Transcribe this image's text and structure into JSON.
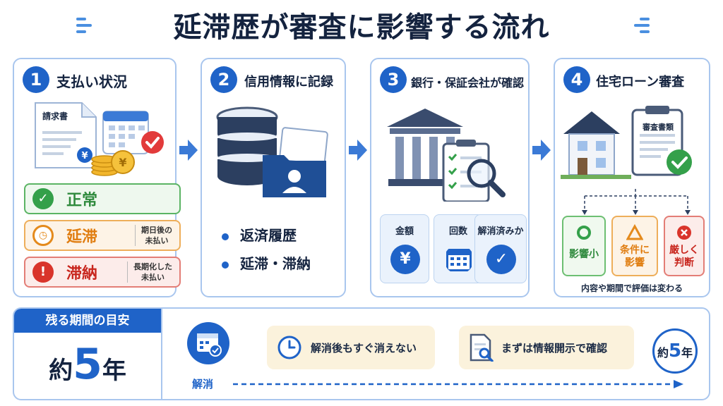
{
  "title": "延滞歴が審査に影響する流れ",
  "colors": {
    "primary": "#1f63c8",
    "green": "#34a04a",
    "orange": "#e48a1c",
    "red": "#d9342b"
  },
  "steps": [
    {
      "number": "1",
      "title": "支払い状況",
      "invoice_label": "請求書",
      "statuses": [
        {
          "label": "正常",
          "note": ""
        },
        {
          "label": "延滞",
          "note_line1": "期日後の",
          "note_line2": "未払い"
        },
        {
          "label": "滞納",
          "note_line1": "長期化した",
          "note_line2": "未払い"
        }
      ]
    },
    {
      "number": "2",
      "title": "信用情報に記録",
      "bullets": [
        "返済履歴",
        "延滞・滞納"
      ]
    },
    {
      "number": "3",
      "title": "銀行・保証会社が確認",
      "checks": [
        {
          "label": "金額",
          "icon": "yen-icon"
        },
        {
          "label": "回数",
          "icon": "calendar-icon"
        },
        {
          "label": "解消済みか",
          "icon": "check-icon"
        }
      ]
    },
    {
      "number": "4",
      "title": "住宅ローン審査",
      "doc_label": "審査書類",
      "results": [
        {
          "line1": "影響小",
          "line2": ""
        },
        {
          "line1": "条件に",
          "line2": "影響"
        },
        {
          "line1": "厳しく",
          "line2": "判断"
        }
      ],
      "caption": "内容や期間で評価は変わる"
    }
  ],
  "bottom": {
    "head": "残る期間の目安",
    "approx_prefix": "約",
    "approx_value": "5",
    "approx_unit": "年",
    "resolve_label": "解消",
    "pill1": "解消後もすぐ消えない",
    "pill2": "まずは情報開示で確認",
    "end_prefix": "約",
    "end_value": "5",
    "end_unit": "年"
  }
}
